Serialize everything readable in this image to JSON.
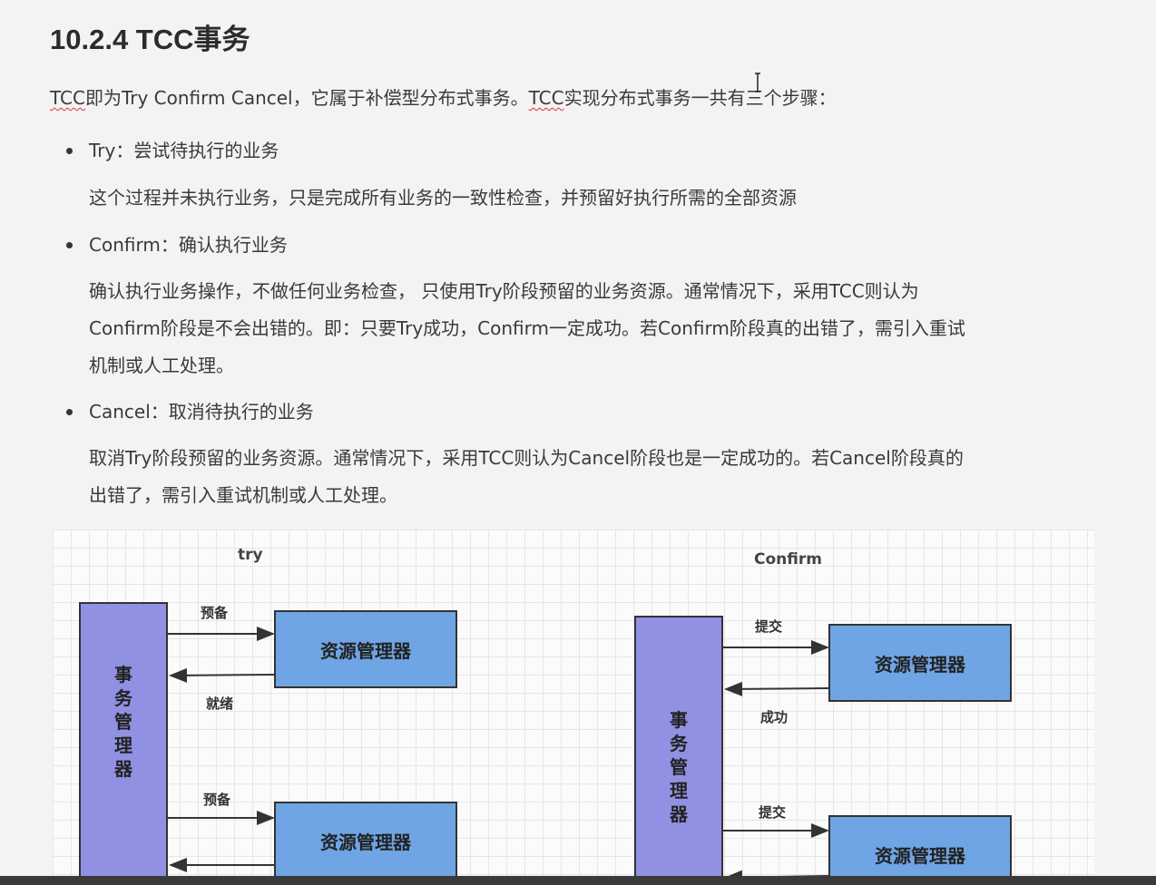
{
  "heading": "10.2.4 TCC事务",
  "intro": {
    "p1": "TCC",
    "p2": "即为Try Confirm Cancel，它属于补偿型分布式事务。",
    "p3": "TCC",
    "p4": "实现分布式事务一共有三个步骤："
  },
  "steps": [
    {
      "label": "Try：尝试待执行的业务",
      "desc": [
        "这个过程并未执行业务，只是完成所有业务的一致性检查，并预留好执行所需的全部资源"
      ]
    },
    {
      "label": "Confirm：确认执行业务",
      "desc": [
        "确认执行业务操作，不做任何业务检查， 只使用Try阶段预留的业务资源。通常情况下，采用TCC则认为",
        "Confirm阶段是不会出错的。即：只要Try成功，Confirm一定成功。若Confirm阶段真的出错了，需引入重试",
        "机制或人工处理。"
      ]
    },
    {
      "label": "Cancel：取消待执行的业务",
      "desc": [
        "取消Try阶段预留的业务资源。通常情况下，采用TCC则认为Cancel阶段也是一定成功的。若Cancel阶段真的",
        "出错了，需引入重试机制或人工处理。"
      ]
    }
  ],
  "diagram": {
    "left": {
      "title": "try",
      "tm_label": "事务管理器",
      "rm_label": "资源管理器",
      "arrow1": "预备",
      "back1": "就绪",
      "arrow2": "预备"
    },
    "right": {
      "title": "Confirm",
      "tm_label": "事务管理器",
      "rm_label": "资源管理器",
      "arrow1": "提交",
      "back1": "成功",
      "arrow2": "提交"
    }
  },
  "colors": {
    "transaction_manager": "#9191e3",
    "resource_manager": "#6fa5e4"
  }
}
